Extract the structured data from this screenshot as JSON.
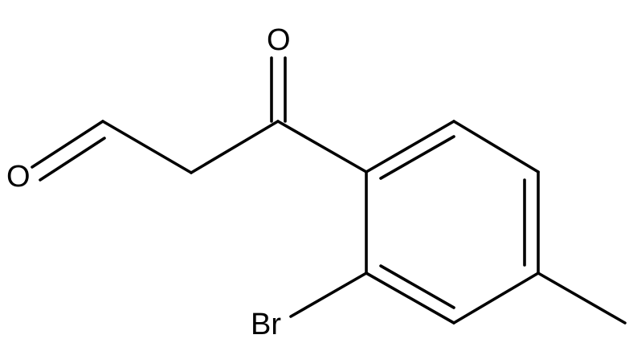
{
  "molecule": {
    "atoms": {
      "aldehyde_oxygen": "O",
      "ketone_oxygen": "O",
      "bromine": "Br"
    }
  }
}
